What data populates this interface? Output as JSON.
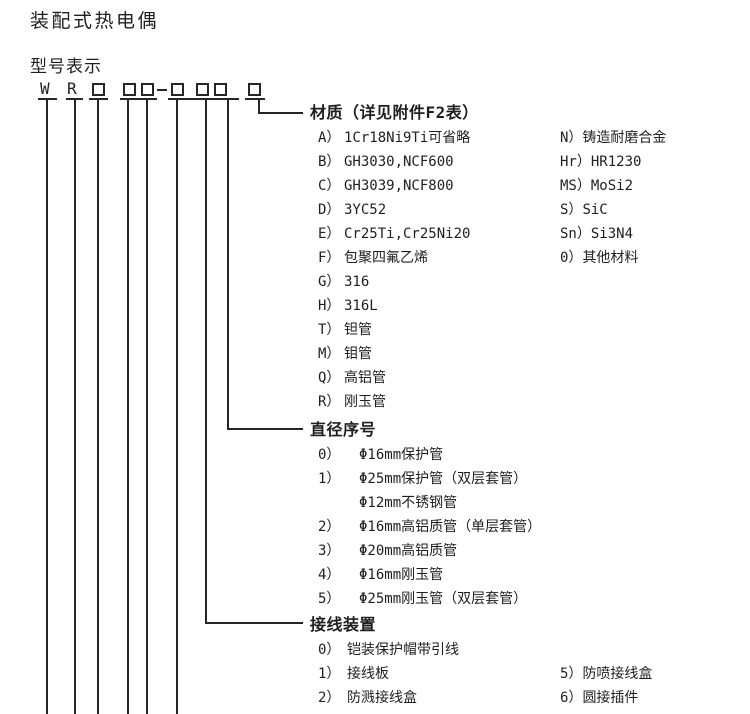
{
  "doc": {
    "title": "装配式热电偶",
    "subtitle": "型号表示"
  },
  "code": {
    "letters": [
      "W",
      "R"
    ]
  },
  "material": {
    "title": "材质（详见附件F2表）",
    "items": [
      {
        "code": "A）",
        "text": "1Cr18Ni9Ti可省略"
      },
      {
        "code": "B）",
        "text": "GH3030,NCF600"
      },
      {
        "code": "C）",
        "text": "GH3039,NCF800"
      },
      {
        "code": "D）",
        "text": "3YC52"
      },
      {
        "code": "E）",
        "text": "Cr25Ti,Cr25Ni20"
      },
      {
        "code": "F）",
        "text": "包聚四氟乙烯"
      },
      {
        "code": "G）",
        "text": "316"
      },
      {
        "code": "H）",
        "text": "316L"
      },
      {
        "code": "T）",
        "text": "钽管"
      },
      {
        "code": "M）",
        "text": "钼管"
      },
      {
        "code": "Q）",
        "text": "高铝管"
      },
      {
        "code": "R）",
        "text": "刚玉管"
      }
    ],
    "right_items": [
      {
        "code": "N）",
        "text": "铸造耐磨合金"
      },
      {
        "code": "Hr）",
        "text": "HR1230"
      },
      {
        "code": "MS）",
        "text": "MoSi2"
      },
      {
        "code": "S）",
        "text": "SiC"
      },
      {
        "code": "Sn）",
        "text": "Si3N4"
      },
      {
        "code": "0）",
        "text": "其他材料"
      }
    ]
  },
  "diameter": {
    "title": "直径序号",
    "items": [
      {
        "code": "0）",
        "text": "Φ16mm保护管"
      },
      {
        "code": "1）",
        "text": "Φ25mm保护管（双层套管）"
      },
      {
        "code": "",
        "text": "Φ12mm不锈钢管"
      },
      {
        "code": "2）",
        "text": "Φ16mm高铝质管（单层套管）"
      },
      {
        "code": "3）",
        "text": "Φ20mm高铝质管"
      },
      {
        "code": "4）",
        "text": "Φ16mm刚玉管"
      },
      {
        "code": "5）",
        "text": "Φ25mm刚玉管（双层套管）"
      }
    ]
  },
  "wiring": {
    "title": "接线装置",
    "items": [
      {
        "code": "0）",
        "text": "铠装保护帽带引线"
      },
      {
        "code": "1）",
        "text": "接线板"
      },
      {
        "code": "2）",
        "text": "防溅接线盒"
      }
    ],
    "right_items": [
      {
        "code": "5）",
        "text": "防喷接线盒"
      },
      {
        "code": "6）",
        "text": "圆接插件"
      }
    ]
  }
}
